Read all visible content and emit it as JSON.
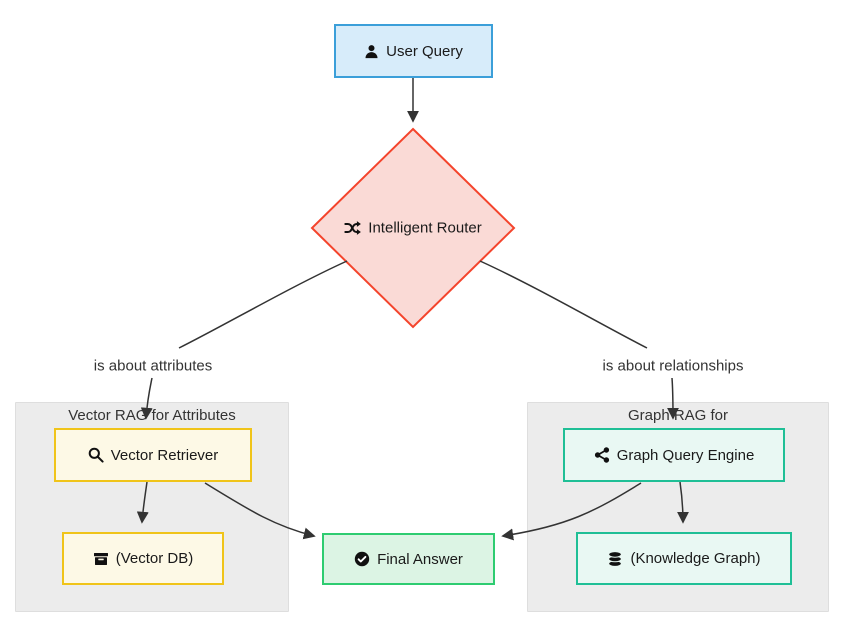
{
  "diagram": {
    "nodes": {
      "user_query": {
        "label": "User Query",
        "icon": "user-icon"
      },
      "intelligent_router": {
        "label": "Intelligent Router",
        "icon": "shuffle-icon"
      },
      "vector_retriever": {
        "label": "Vector Retriever",
        "icon": "search-icon"
      },
      "vector_db": {
        "label": "(Vector DB)",
        "icon": "archive-box-icon"
      },
      "graph_query_engine": {
        "label": "Graph Query Engine",
        "icon": "share-nodes-icon"
      },
      "knowledge_graph": {
        "label": "(Knowledge Graph)",
        "icon": "database-icon"
      },
      "final_answer": {
        "label": "Final Answer",
        "icon": "check-circle-icon"
      }
    },
    "subgraphs": {
      "vector_rag": {
        "title": "Vector RAG for Attributes"
      },
      "graph_rag": {
        "title": "Graph RAG for"
      }
    },
    "edge_labels": {
      "attributes": "is about attributes",
      "relationships": "is about relationships"
    },
    "colors": {
      "user_query_fill": "#d7ecfa",
      "user_query_border": "#3b9fd9",
      "router_fill": "#fadad6",
      "router_border": "#f4442c",
      "vector_fill": "#fdf9e6",
      "vector_border": "#f0c419",
      "graph_fill": "#e9f8f3",
      "graph_border": "#1fbf96",
      "final_fill": "#dcf4e4",
      "final_border": "#2ecc71",
      "subgraph_fill": "#ececec",
      "edge_line": "#333333"
    }
  }
}
